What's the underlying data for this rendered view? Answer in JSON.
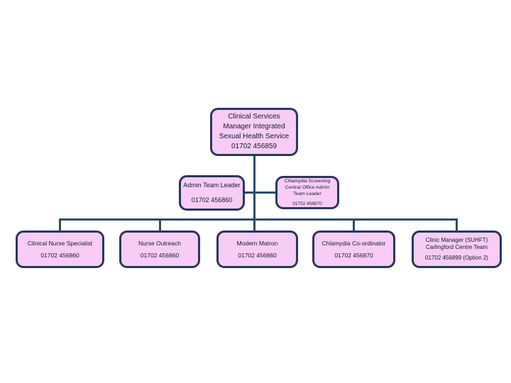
{
  "slide": {
    "background": "#ffffff"
  },
  "org": {
    "root": {
      "lines": [
        "Clinical Services",
        "Manager Integrated",
        "Sexual Health Service"
      ],
      "phone": "01702 456859"
    },
    "admin_lead": {
      "title": "Admin Team Leader",
      "phone": "01702 456860"
    },
    "screening_lead": {
      "lines": [
        "Chlamydia Screening",
        "Central Office Admin",
        "Team Leader"
      ],
      "phone": "01702 456870"
    },
    "bottom": [
      {
        "title": "Clinical Nurse Specialist",
        "phone": "01702 456860"
      },
      {
        "title": "Nurse Outreach",
        "phone": "01702 456860"
      },
      {
        "title": "Modern Matron",
        "phone": "01702 456860"
      },
      {
        "title": "Chlamydia Co-ordinator",
        "phone": "01702 456870"
      },
      {
        "title": "Clinic Manager (SUHFT)",
        "subtitle": "Carlingford Centre Team",
        "phone": "01702 456899 (Option 2)"
      }
    ],
    "colors": {
      "node_fill": "#f8ccf4",
      "node_border": "#27395e",
      "connector": "#2c4d6e",
      "text": "#121b33"
    }
  }
}
